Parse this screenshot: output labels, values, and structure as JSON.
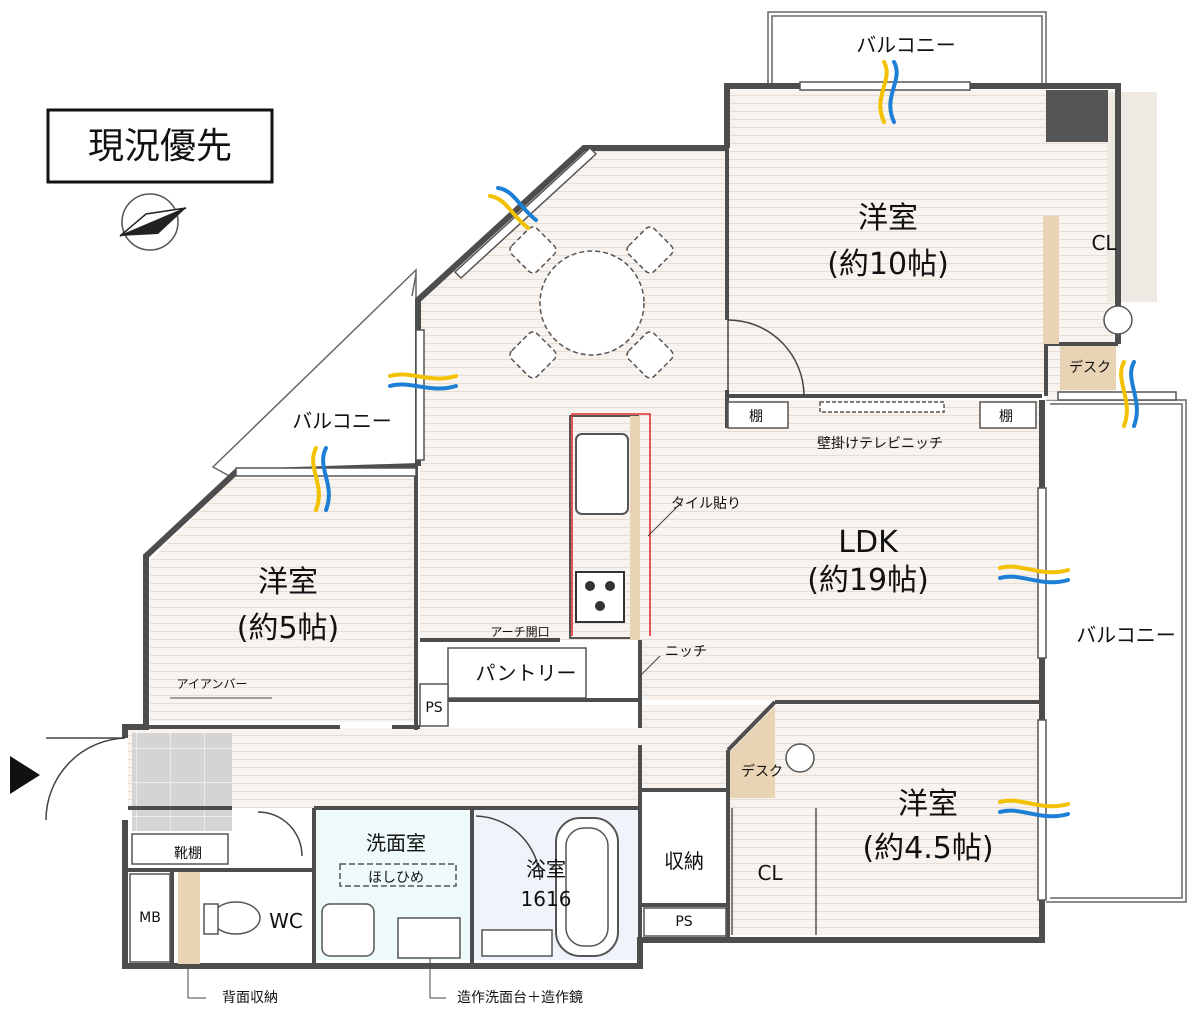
{
  "badge": "現況優先",
  "rooms": {
    "ldk_name": "LDK",
    "ldk_size": "(約19帖)",
    "west_room_name": "洋室",
    "west_room_size": "(約5帖)",
    "north_room_name": "洋室",
    "north_room_size": "(約10帖)",
    "south_room_name": "洋室",
    "south_room_size": "(約4.5帖)",
    "bath_name": "浴室",
    "bath_size": "1616",
    "washroom": "洗面室",
    "wc": "WC"
  },
  "labels": {
    "balcony_top": "バルコニー",
    "balcony_west": "バルコニー",
    "balcony_east": "バルコニー",
    "cl_north": "CL",
    "cl_south": "CL",
    "desk_north": "デスク",
    "desk_south": "デスク",
    "shelf_left": "棚",
    "shelf_right": "棚",
    "tv_niche": "壁掛けテレビニッチ",
    "tile": "タイル貼り",
    "arch": "アーチ開口",
    "niche": "ニッチ",
    "pantry": "パントリー",
    "ps_1": "PS",
    "ps_2": "PS",
    "iron_bar": "アイアンバー",
    "shoe_shelf": "靴棚",
    "mb": "MB",
    "drying_bar": "ほしひめ",
    "storage": "収納",
    "back_storage": "背面収納",
    "vanity": "造作洗面台＋造作鏡"
  }
}
